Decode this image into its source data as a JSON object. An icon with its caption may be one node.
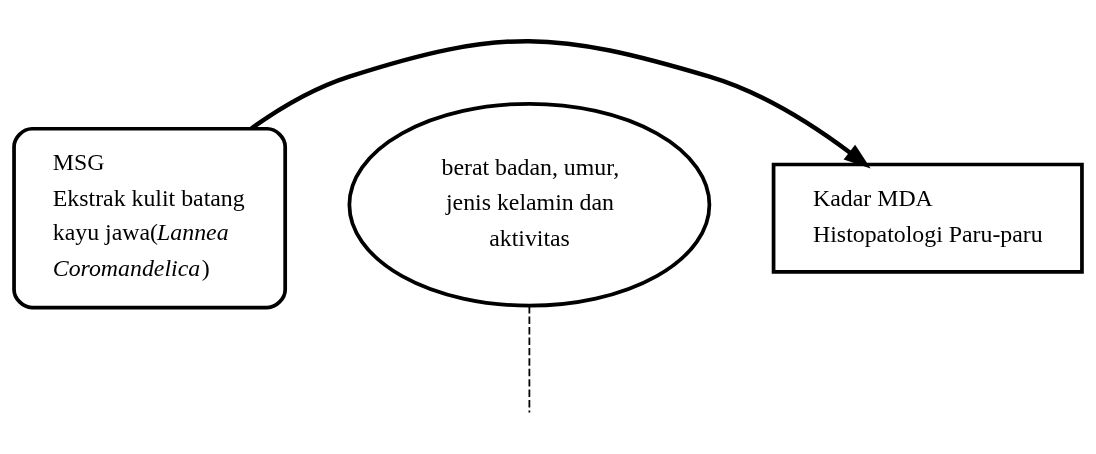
{
  "diagram": {
    "nodes": [
      {
        "text": [
          "MSG",
          "Ekstrak kulit batang kayu jawa(*Lannea Coromandelica*)"
        ]
      },
      {
        "text": [
          "Kadar MDA",
          "Histopatologi Paru-paru"
        ]
      },
      {
        "text": [
          "berat badan, umur, jenis kelamin dan aktivitas"
        ]
      }
    ],
    "edges": [
      {
        "from": 0,
        "to": 1,
        "arrow": "to",
        "style": "thick"
      },
      {
        "from": 2,
        "to": null,
        "arrow": "none",
        "style": "dashed"
      }
    ]
  }
}
